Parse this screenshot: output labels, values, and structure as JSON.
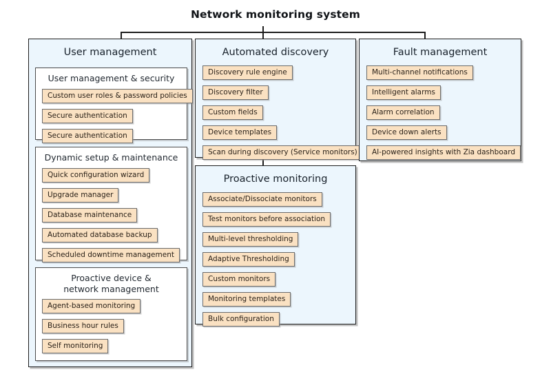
{
  "title": "Network monitoring system",
  "columns": [
    {
      "id": "user-management",
      "title": "User management",
      "groups": [
        {
          "id": "user-management-security",
          "title": "User management & security",
          "items": [
            "Custom user roles & password policies",
            "Secure authentication",
            "Secure authentication"
          ]
        },
        {
          "id": "dynamic-setup-maintenance",
          "title": "Dynamic setup & maintenance",
          "items": [
            "Quick configuration wizard",
            "Upgrade manager",
            "Database maintenance",
            "Automated database backup",
            "Scheduled downtime management"
          ]
        },
        {
          "id": "proactive-device-network-management",
          "title": "Proactive device & network management",
          "items": [
            "Agent-based monitoring",
            "Business hour rules",
            "Self monitoring"
          ]
        }
      ]
    },
    {
      "id": "automated-discovery",
      "title": "Automated discovery",
      "items": [
        "Discovery rule engine",
        "Discovery filter",
        "Custom fields",
        "Device templates",
        "Scan during discovery (Service monitors)"
      ]
    },
    {
      "id": "proactive-monitoring",
      "title": "Proactive monitoring",
      "items": [
        "Associate/Dissociate monitors",
        "Test monitors before association",
        "Multi-level thresholding",
        "Adaptive Thresholding",
        "Custom monitors",
        "Monitoring templates",
        "Bulk configuration"
      ]
    },
    {
      "id": "fault-management",
      "title": "Fault management",
      "items": [
        "Multi-channel notifications",
        "Intelligent alarms",
        "Alarm correlation",
        "Device down alerts",
        "AI-powered insights with Zia dashboard"
      ]
    }
  ],
  "colors": {
    "column_fill": "#ecf6fd",
    "group_fill": "#ffffff",
    "pill_fill": "#fae1c2",
    "border": "#1c1c1c",
    "pill_border": "#6b6b6b",
    "text": "#1f2328"
  }
}
